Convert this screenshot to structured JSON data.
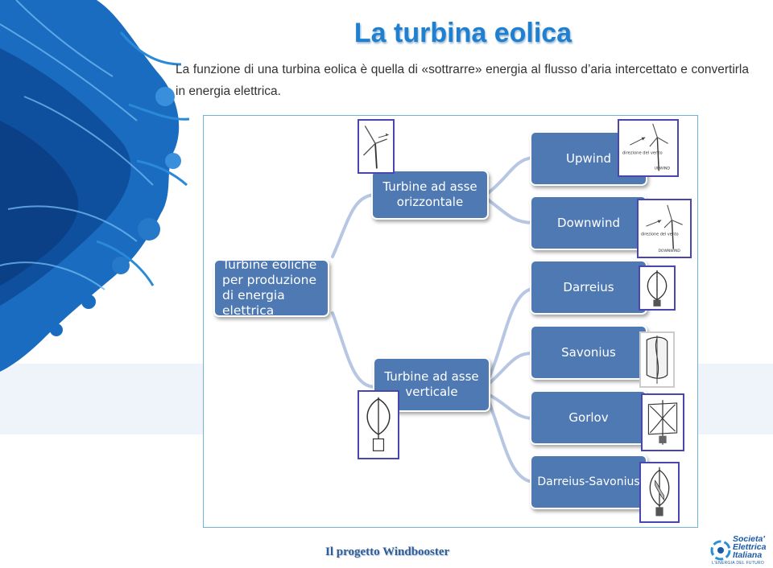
{
  "slide": {
    "title": "La turbina eolica",
    "intro": "La funzione di una turbina eolica è quella di «sottrarre» energia al flusso d’aria intercettato e convertirla in energia elettrica.",
    "footer": "Il progetto Windbooster"
  },
  "diagram": {
    "root": "Turbine eoliche per produzione di energia elettrica",
    "branches": [
      {
        "label": "Turbine ad asse orizzontale",
        "children": [
          "Upwind",
          "Downwind"
        ]
      },
      {
        "label": "Turbine ad asse verticale",
        "children": [
          "Darreius",
          "Savonius",
          "Gorlov",
          "Darreius-Savonius"
        ]
      }
    ],
    "thumb_captions": {
      "upwind_direction": "direzione del vento",
      "upwind_tag": "UPWIND",
      "downwind_direction": "direzione del vento",
      "downwind_tag": "DOWNWIND"
    }
  },
  "logo": {
    "line1": "Societa'",
    "line2": "Elettrica",
    "line3": "Italiana",
    "tagline": "L'ENERGIA DEL FUTURO"
  },
  "colors": {
    "title": "#1f7fd0",
    "node_fill": "#4f79b3",
    "thumb_border": "#4a46b0",
    "connector": "#b7c7e3",
    "frame_border": "#6fb3d9"
  }
}
